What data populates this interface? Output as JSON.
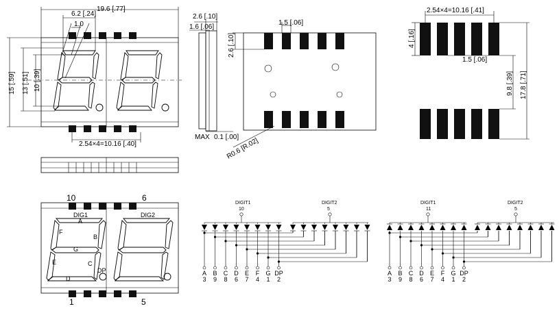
{
  "dimensions": {
    "overall_width": "19.6 [.77]",
    "digit_width": "6.2 [.24]",
    "segment_width": "1.0",
    "height_total": "15 [.59]",
    "height_digit": "13 [.51]",
    "height_segment": "10 [.39]",
    "pitch_bottom": "2.54×4=10.16 [.40]",
    "side_top_a": "2.6 [.10]",
    "side_top_b": "1.6 [.06]",
    "side_max": "MAX",
    "side_bottom": "0.1 [.00]",
    "pin_width": "1.5 [.06]",
    "pin_len": "2.6 [.10]",
    "radius": "R0.6 [R.02]",
    "pad_pitch": "2.54×4=10.16 [.41]",
    "pad_len": "4 [.16]",
    "pad_width": "1.5 [.06]",
    "pad_gap": "9.8 [.39]",
    "pad_total": "17.8 [.71]"
  },
  "pinout": {
    "pin10": "10",
    "pin6": "6",
    "pin1": "1",
    "pin5": "5",
    "dig1": "DIG1",
    "dig2": "DIG2",
    "seg_a": "A",
    "seg_b": "B",
    "seg_c": "C",
    "seg_d": "D",
    "seg_e": "E",
    "seg_f": "F",
    "seg_g": "G",
    "seg_dp": "DP"
  },
  "schematic_left": {
    "digit1": "DIGIT1",
    "digit1_pin": "10",
    "digit2": "DIGIT2",
    "digit2_pin": "5",
    "pins": [
      {
        "seg": "A",
        "num": "3"
      },
      {
        "seg": "B",
        "num": "9"
      },
      {
        "seg": "C",
        "num": "8"
      },
      {
        "seg": "D",
        "num": "6"
      },
      {
        "seg": "E",
        "num": "7"
      },
      {
        "seg": "F",
        "num": "4"
      },
      {
        "seg": "G",
        "num": "1"
      },
      {
        "seg": "DP",
        "num": "2"
      }
    ]
  },
  "schematic_right": {
    "digit1": "DIGIT1",
    "digit1_pin": "11",
    "digit2": "DIGIT2",
    "digit2_pin": "5",
    "pins": [
      {
        "seg": "A",
        "num": "3"
      },
      {
        "seg": "B",
        "num": "9"
      },
      {
        "seg": "C",
        "num": "8"
      },
      {
        "seg": "D",
        "num": "6"
      },
      {
        "seg": "E",
        "num": "7"
      },
      {
        "seg": "F",
        "num": "4"
      },
      {
        "seg": "G",
        "num": "1"
      },
      {
        "seg": "DP",
        "num": "2"
      }
    ]
  }
}
